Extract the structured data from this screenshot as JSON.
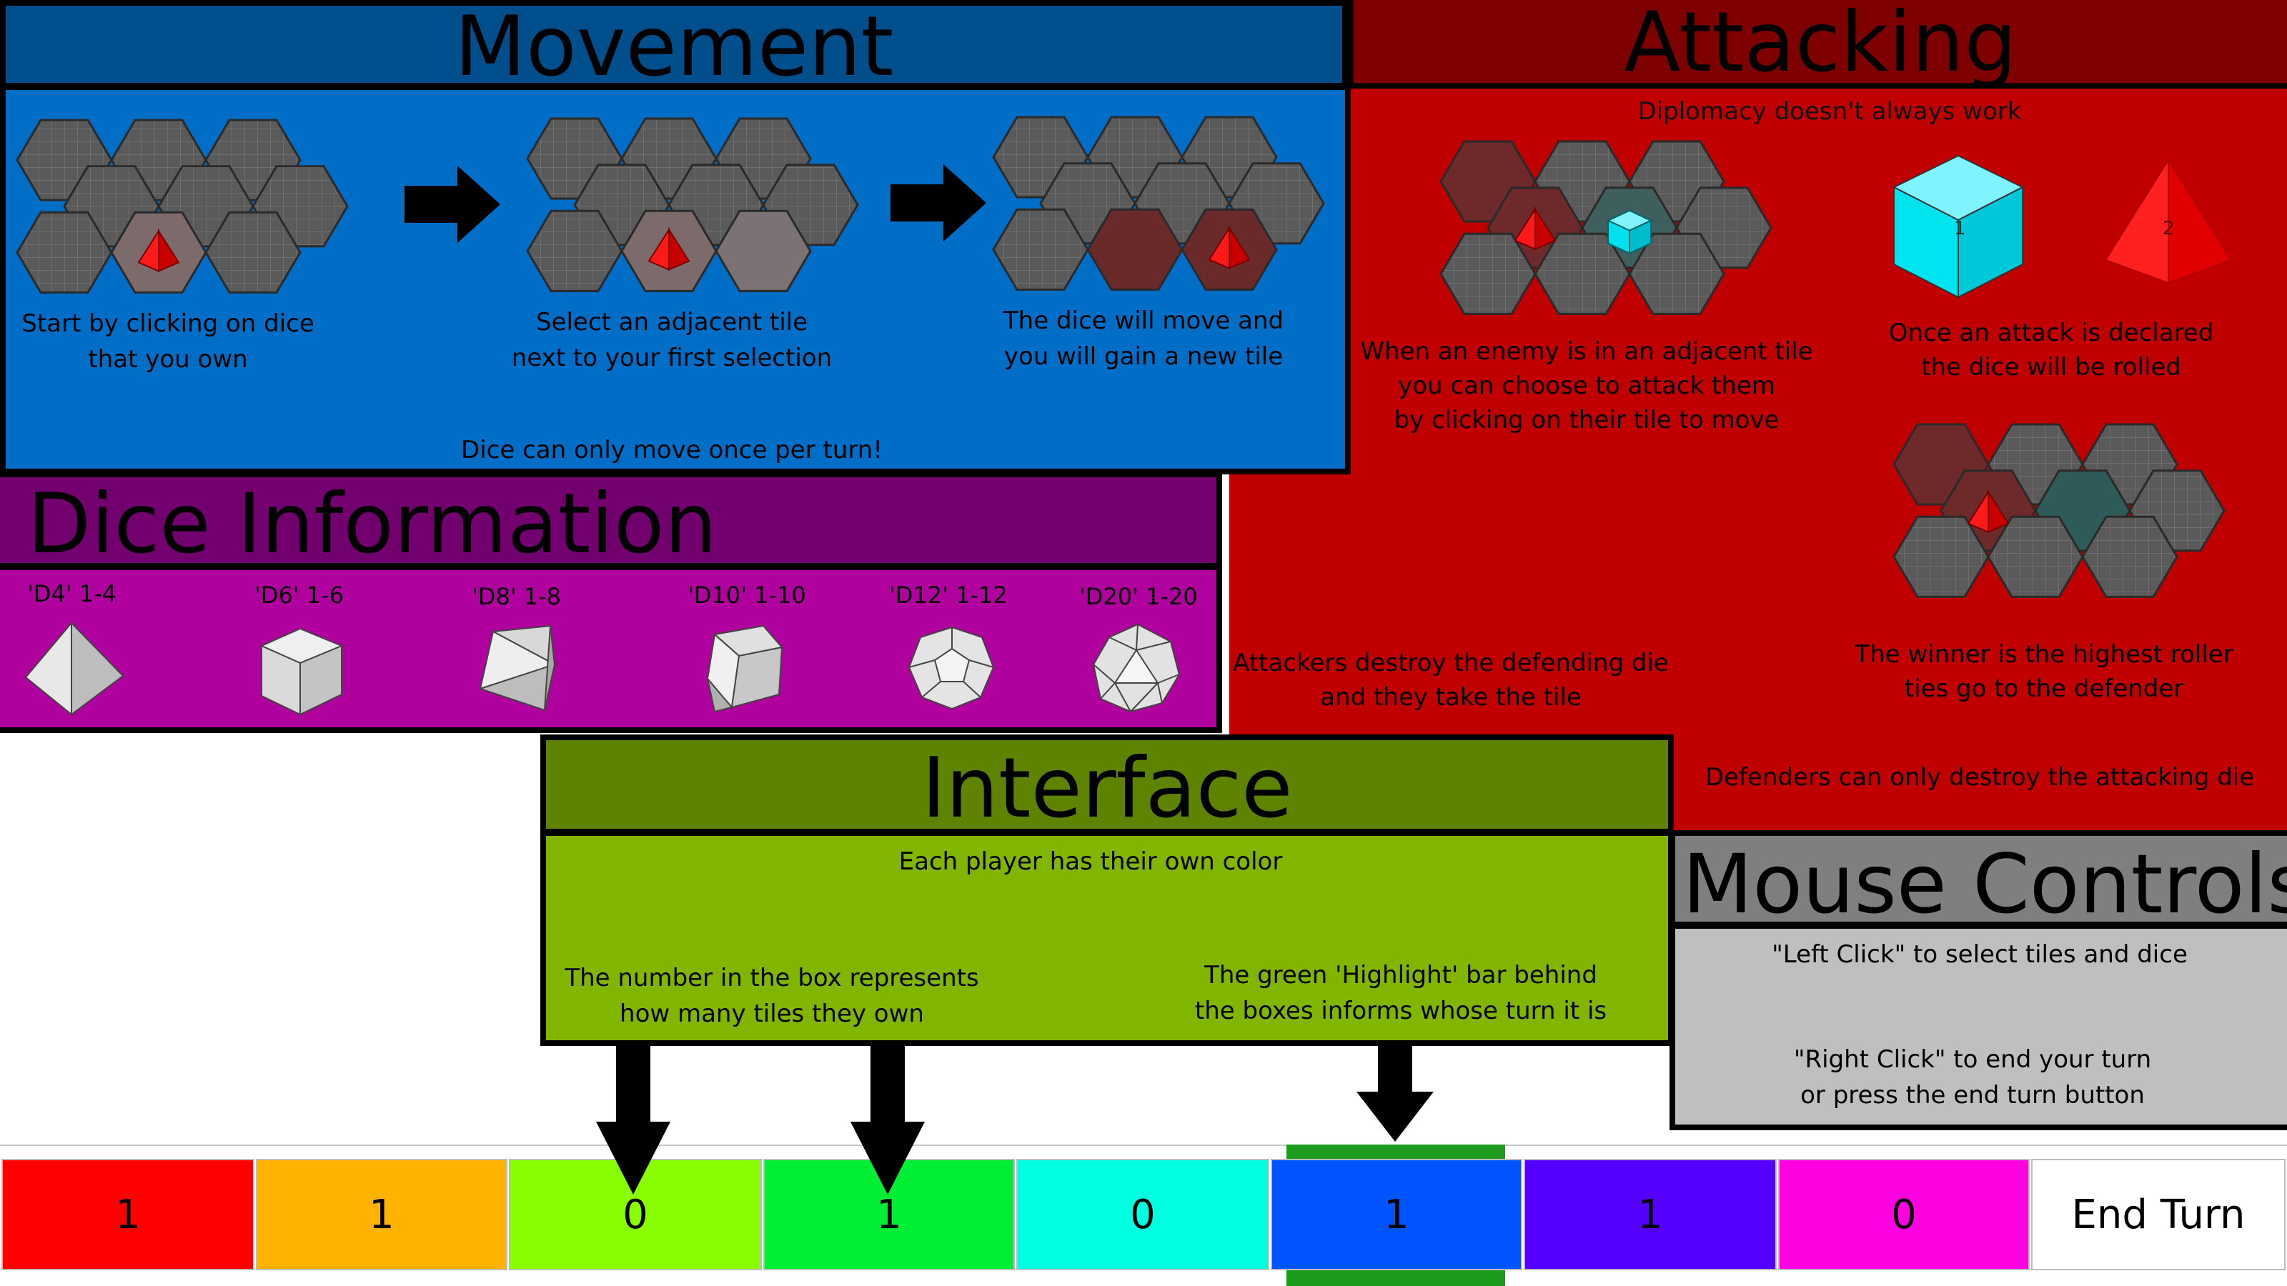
{
  "movement": {
    "title": "Movement",
    "step1": "Start by clicking on dice\nthat you own",
    "step2": "Select an adjacent tile\nnext to your first selection",
    "step3": "The dice will move and\nyou will gain a new tile",
    "note": "Dice can only move once per turn!"
  },
  "attacking": {
    "title": "Attacking",
    "subtitle": "Diplomacy doesn't always work",
    "adjacent_text": "When an enemy is in an adjacent tile\nyou can choose to attack them\nby clicking on their tile to move",
    "rolled_text": "Once an attack is declared\nthe dice will be rolled",
    "cube_label": "1",
    "pyramid_label": "2",
    "winner_text": "The winner is the highest roller\nties go to the defender",
    "attackers_text": "Attackers destroy the defending die\nand they take the tile",
    "defenders_text": "Defenders can only destroy the attacking die"
  },
  "dice_info": {
    "title": "Dice Information",
    "dice": [
      {
        "label": "'D4' 1-4",
        "icon": "d4-icon"
      },
      {
        "label": "'D6' 1-6",
        "icon": "d6-icon"
      },
      {
        "label": "'D8' 1-8",
        "icon": "d8-icon"
      },
      {
        "label": "'D10' 1-10",
        "icon": "d10-icon"
      },
      {
        "label": "'D12' 1-12",
        "icon": "d12-icon"
      },
      {
        "label": "'D20' 1-20",
        "icon": "d20-icon"
      }
    ]
  },
  "interface": {
    "title": "Interface",
    "color_text": "Each player has their own color",
    "number_text": "The number in the box represents\nhow many tiles they own",
    "highlight_text": "The green 'Highlight' bar behind\nthe boxes informs whose turn it is"
  },
  "mouse": {
    "title": "Mouse Controls",
    "left_click": "\"Left Click\" to select tiles and dice",
    "right_click": "\"Right Click\" to end your turn\nor press the end turn button"
  },
  "player_bar": {
    "players": [
      {
        "color": "#ff0000",
        "tiles": "1"
      },
      {
        "color": "#ffb300",
        "tiles": "1"
      },
      {
        "color": "#88ff00",
        "tiles": "0"
      },
      {
        "color": "#00ee33",
        "tiles": "1"
      },
      {
        "color": "#00ffe0",
        "tiles": "0"
      },
      {
        "color": "#0055ff",
        "tiles": "1",
        "active": true
      },
      {
        "color": "#5500ff",
        "tiles": "1"
      },
      {
        "color": "#ff00e0",
        "tiles": "0"
      }
    ],
    "end_turn_label": "End Turn",
    "highlight_color": "#1c9b1c"
  },
  "colors": {
    "movement_header": "#004e8c",
    "movement_body": "#006ec6",
    "attacking_header": "#7e0000",
    "attacking_body": "#c00000",
    "dice_header": "#72006e",
    "dice_body": "#b0009e",
    "interface_header": "#5e8300",
    "interface_body": "#82b500",
    "mouse_header": "#7f7f7f",
    "mouse_body": "#bfbfbf"
  }
}
